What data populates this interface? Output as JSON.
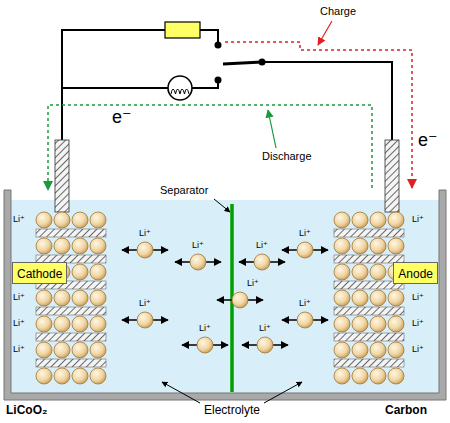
{
  "diagram": {
    "nodes": [
      {
        "text": [
          "Cathode"
        ]
      },
      {
        "text": [
          "Anode"
        ]
      }
    ],
    "labels": [
      "Charge",
      "e⁻",
      "e⁻",
      "Discharge",
      "Separator",
      "Li⁺",
      "Li⁺",
      "Li⁺",
      "Li⁺",
      "Li⁺",
      "Li⁺",
      "Li⁺",
      "Li⁺",
      "Li⁺",
      "Li⁺",
      "Li⁺",
      "Li⁺",
      "Li⁺",
      "Li⁺",
      "Li⁺",
      "Li⁺",
      "Li⁺",
      "Electrolyte",
      "LiCoO₂",
      "Carbon"
    ]
  }
}
